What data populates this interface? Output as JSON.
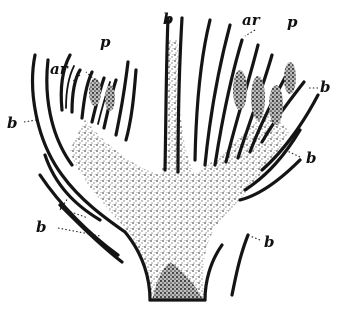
{
  "figure": {
    "labels": {
      "b_top": "b",
      "b_left": "b",
      "b_right_upper": "b",
      "b_right_mid": "b",
      "b_left_lower": "b",
      "b_right_lower": "b",
      "p_left": "p",
      "ar_left": "ar",
      "ar_right": "ar",
      "p_right": "p"
    },
    "colors": {
      "ink": "#141414",
      "stipple": "#7a7a7a",
      "paper": "#ffffff"
    }
  }
}
